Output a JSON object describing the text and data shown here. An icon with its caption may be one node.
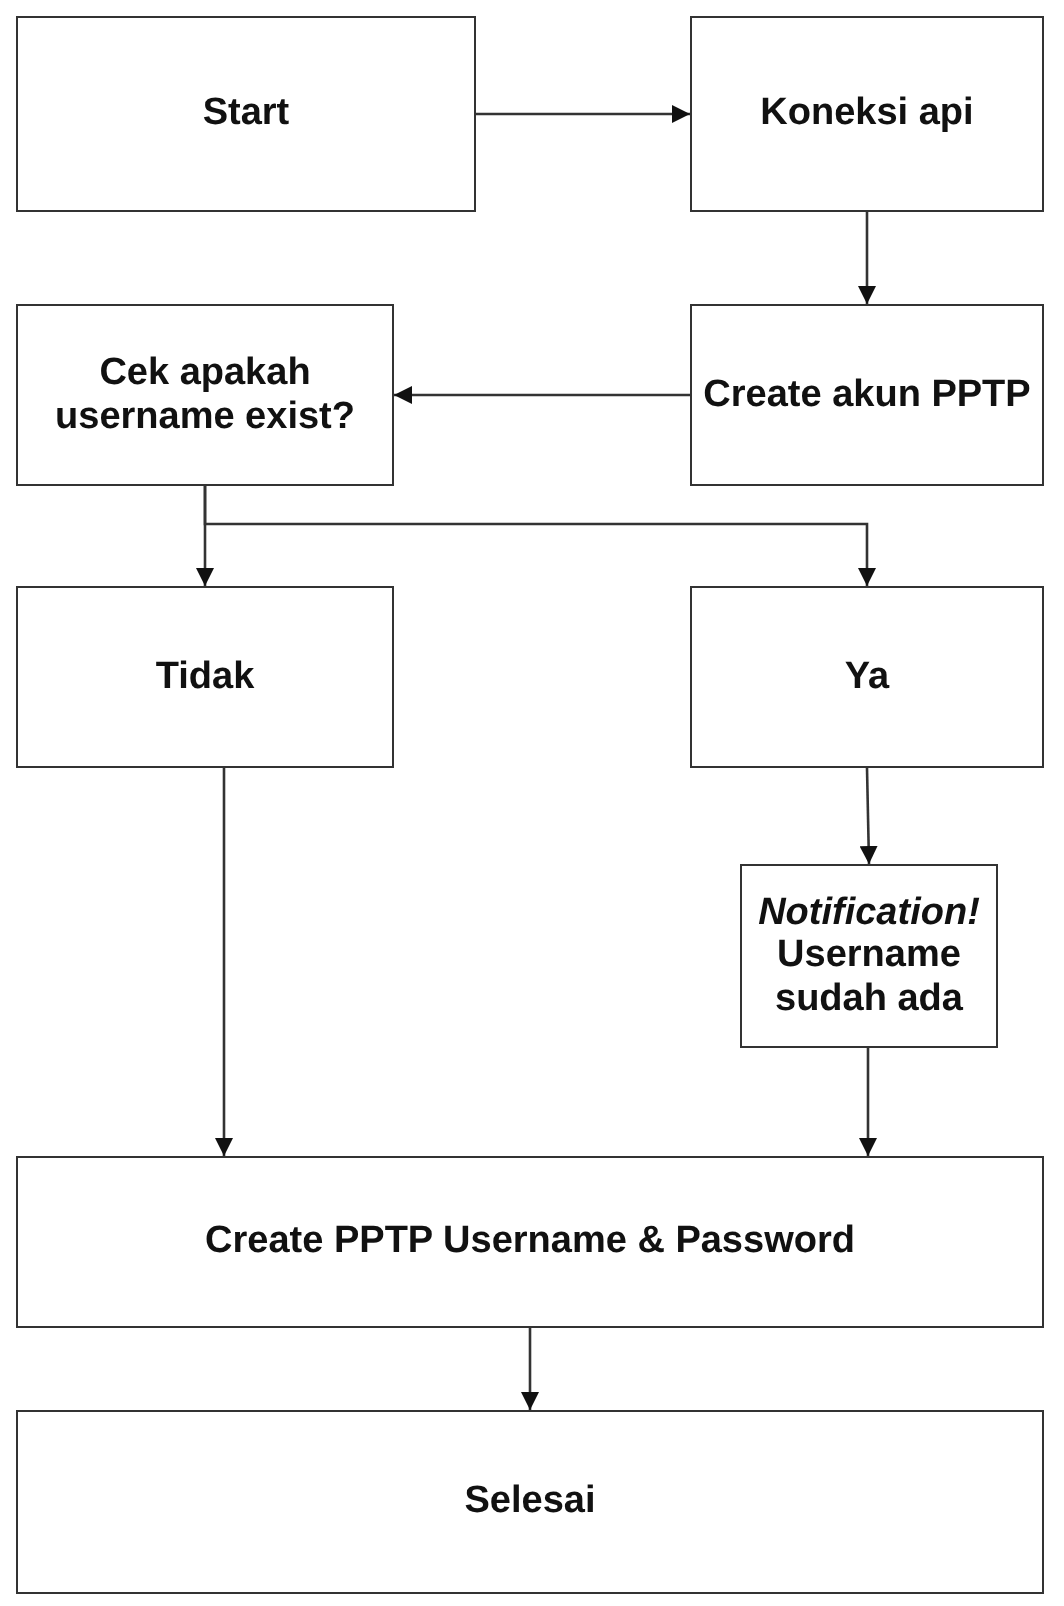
{
  "diagram": {
    "nodes": [
      {
        "text": [
          "Start"
        ]
      },
      {
        "text": [
          "Koneksi api"
        ]
      },
      {
        "text": [
          "Cek apakah username exist?"
        ]
      },
      {
        "text": [
          "Create akun PPTP"
        ]
      },
      {
        "text": [
          "Tidak"
        ]
      },
      {
        "text": [
          "Ya"
        ]
      },
      {
        "text": [
          "Notification!",
          "Username sudah ada"
        ]
      },
      {
        "text": [
          "Create PPTP Username & Password"
        ]
      },
      {
        "text": [
          "Selesai"
        ]
      }
    ],
    "edges": [
      {
        "from": 0,
        "to": 1,
        "arrow": "to"
      },
      {
        "from": 1,
        "to": 3,
        "arrow": "to"
      },
      {
        "from": 3,
        "to": 2,
        "arrow": "to"
      },
      {
        "from": 2,
        "to": 4,
        "arrow": "to"
      },
      {
        "from": 2,
        "to": 5,
        "arrow": "to"
      },
      {
        "from": 5,
        "to": 6,
        "arrow": "to"
      },
      {
        "from": 4,
        "to": 7,
        "arrow": "to"
      },
      {
        "from": 6,
        "to": 7,
        "arrow": "to"
      },
      {
        "from": 7,
        "to": 8,
        "arrow": "to"
      }
    ]
  }
}
